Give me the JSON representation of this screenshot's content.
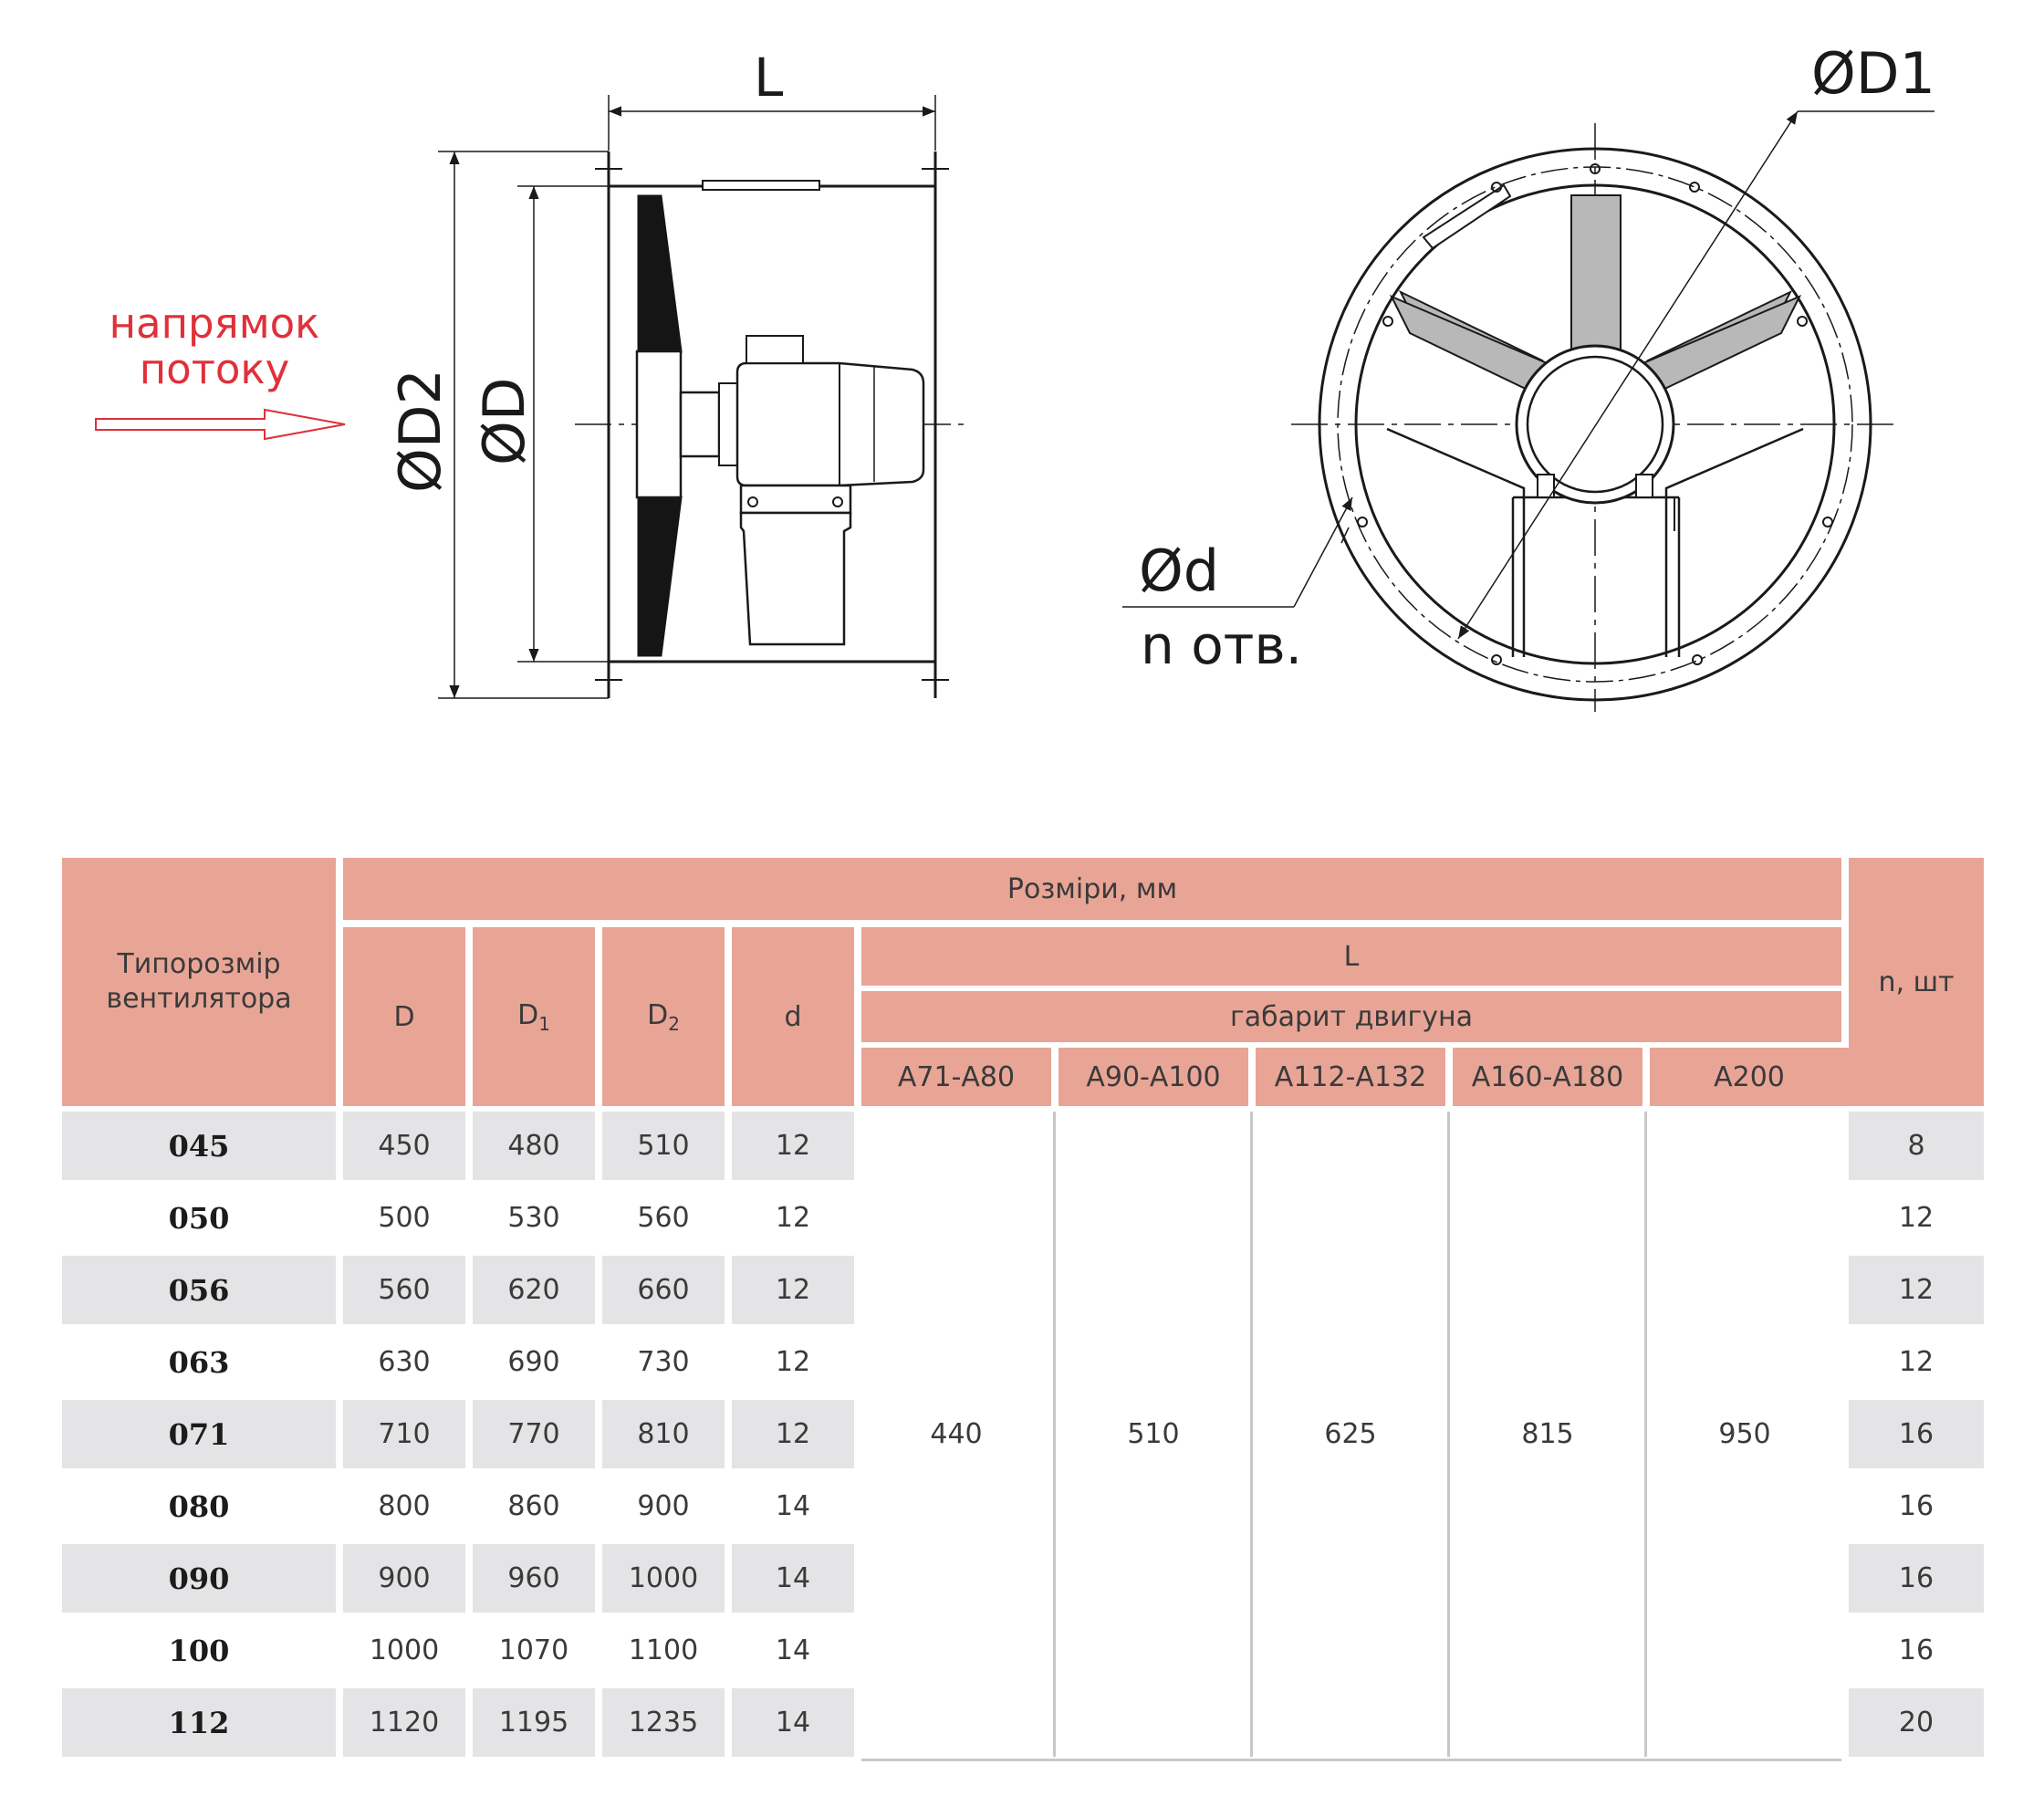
{
  "drawing": {
    "flow_label_line1": "напрямок",
    "flow_label_line2": "потоку",
    "dim_L": "L",
    "dim_D2": "ØD2",
    "dim_D": "ØD",
    "dim_D1": "ØD1",
    "dim_d": "Ød",
    "dim_holes": "n отв."
  },
  "table": {
    "header": {
      "size_label": "Типорозмір вентилятора",
      "dims_label": "Розміри, мм",
      "D": "D",
      "D1_base": "D",
      "D1_sub": "1",
      "D2_base": "D",
      "D2_sub": "2",
      "d": "d",
      "L": "L",
      "motor_label": "габарит двигуна",
      "motor_sizes": [
        "А71-А80",
        "А90-А100",
        "А112-А132",
        "А160-А180",
        "А200"
      ],
      "n_label": "n, шт"
    },
    "rows": [
      {
        "size": "045",
        "D": "450",
        "D1": "480",
        "D2": "510",
        "d": "12",
        "n": "8"
      },
      {
        "size": "050",
        "D": "500",
        "D1": "530",
        "D2": "560",
        "d": "12",
        "n": "12"
      },
      {
        "size": "056",
        "D": "560",
        "D1": "620",
        "D2": "660",
        "d": "12",
        "n": "12"
      },
      {
        "size": "063",
        "D": "630",
        "D1": "690",
        "D2": "730",
        "d": "12",
        "n": "12"
      },
      {
        "size": "071",
        "D": "710",
        "D1": "770",
        "D2": "810",
        "d": "12",
        "n": "16"
      },
      {
        "size": "080",
        "D": "800",
        "D1": "860",
        "D2": "900",
        "d": "14",
        "n": "16"
      },
      {
        "size": "090",
        "D": "900",
        "D1": "960",
        "D2": "1000",
        "d": "14",
        "n": "16"
      },
      {
        "size": "100",
        "D": "1000",
        "D1": "1070",
        "D2": "1100",
        "d": "14",
        "n": "16"
      },
      {
        "size": "112",
        "D": "1120",
        "D1": "1195",
        "D2": "1235",
        "d": "14",
        "n": "20"
      }
    ],
    "L_values": [
      "440",
      "510",
      "625",
      "815",
      "950"
    ]
  },
  "colors": {
    "header_fill": "#e8a596",
    "alt_row_fill": "#e4e4e6",
    "flow_text": "#e0303a"
  }
}
